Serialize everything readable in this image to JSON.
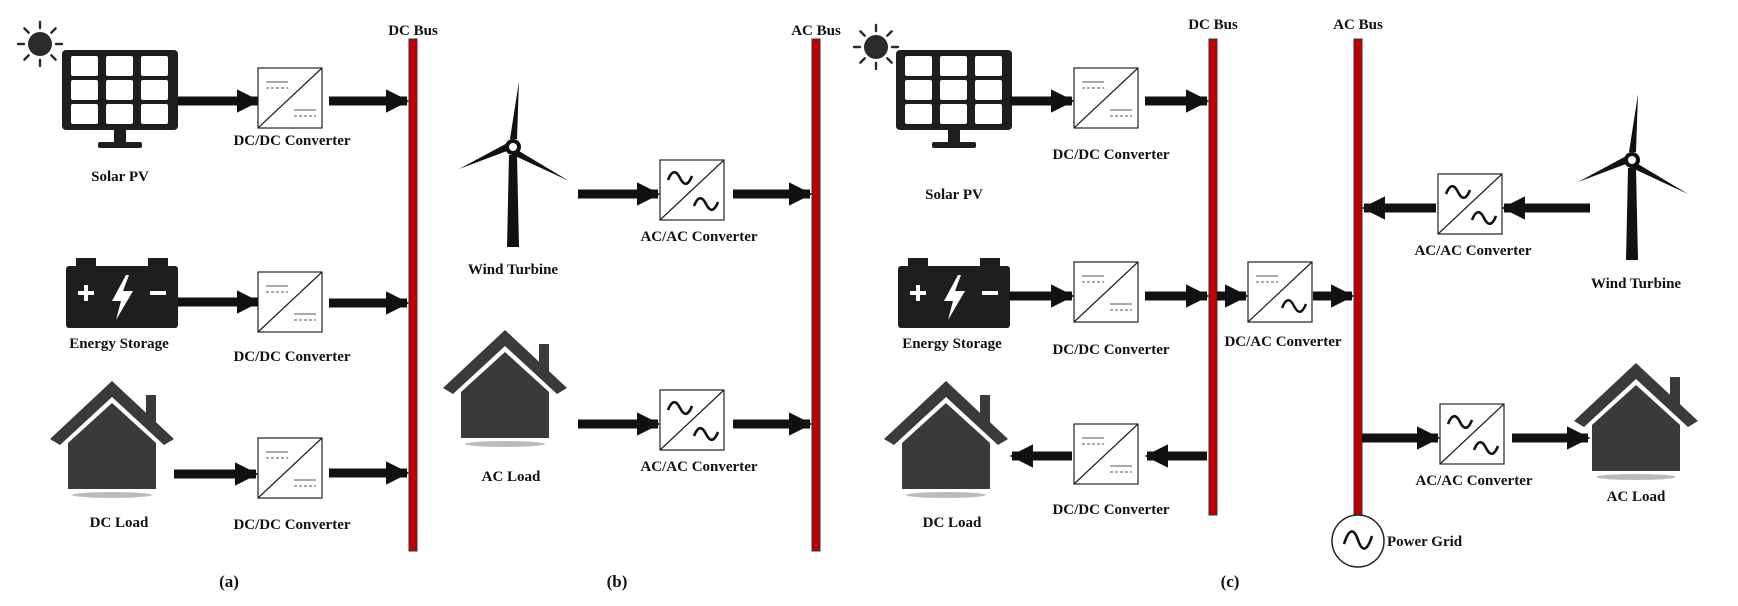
{
  "colors": {
    "bus": "#c00000",
    "ink": "#111111",
    "icon": "#333333",
    "background": "#ffffff"
  },
  "buses": {
    "dc": "DC Bus",
    "ac": "AC Bus"
  },
  "panels": {
    "a": {
      "caption": "(a)",
      "solar": "Solar PV",
      "storage": "Energy Storage",
      "load": "DC Load",
      "conv1": "DC/DC Converter",
      "conv2": "DC/DC Converter",
      "conv3": "DC/DC Converter"
    },
    "b": {
      "caption": "(b)",
      "wind": "Wind Turbine",
      "load": "AC Load",
      "conv1": "AC/AC Converter",
      "conv2": "AC/AC Converter"
    },
    "c": {
      "caption": "(c)",
      "solar": "Solar PV",
      "storage": "Energy Storage",
      "dc_load": "DC Load",
      "wind": "Wind Turbine",
      "ac_load": "AC Load",
      "grid": "Power Grid",
      "conv_solar": "DC/DC Converter",
      "conv_storage": "DC/DC Converter",
      "conv_dcload": "DC/DC Converter",
      "conv_interlink": "DC/AC Converter",
      "conv_wind": "AC/AC Converter",
      "conv_acload": "AC/AC Converter"
    }
  },
  "icons": [
    "sun-icon",
    "solar-panel-icon",
    "battery-icon",
    "house-icon",
    "wind-turbine-icon",
    "converter-icon",
    "grid-source-icon"
  ]
}
